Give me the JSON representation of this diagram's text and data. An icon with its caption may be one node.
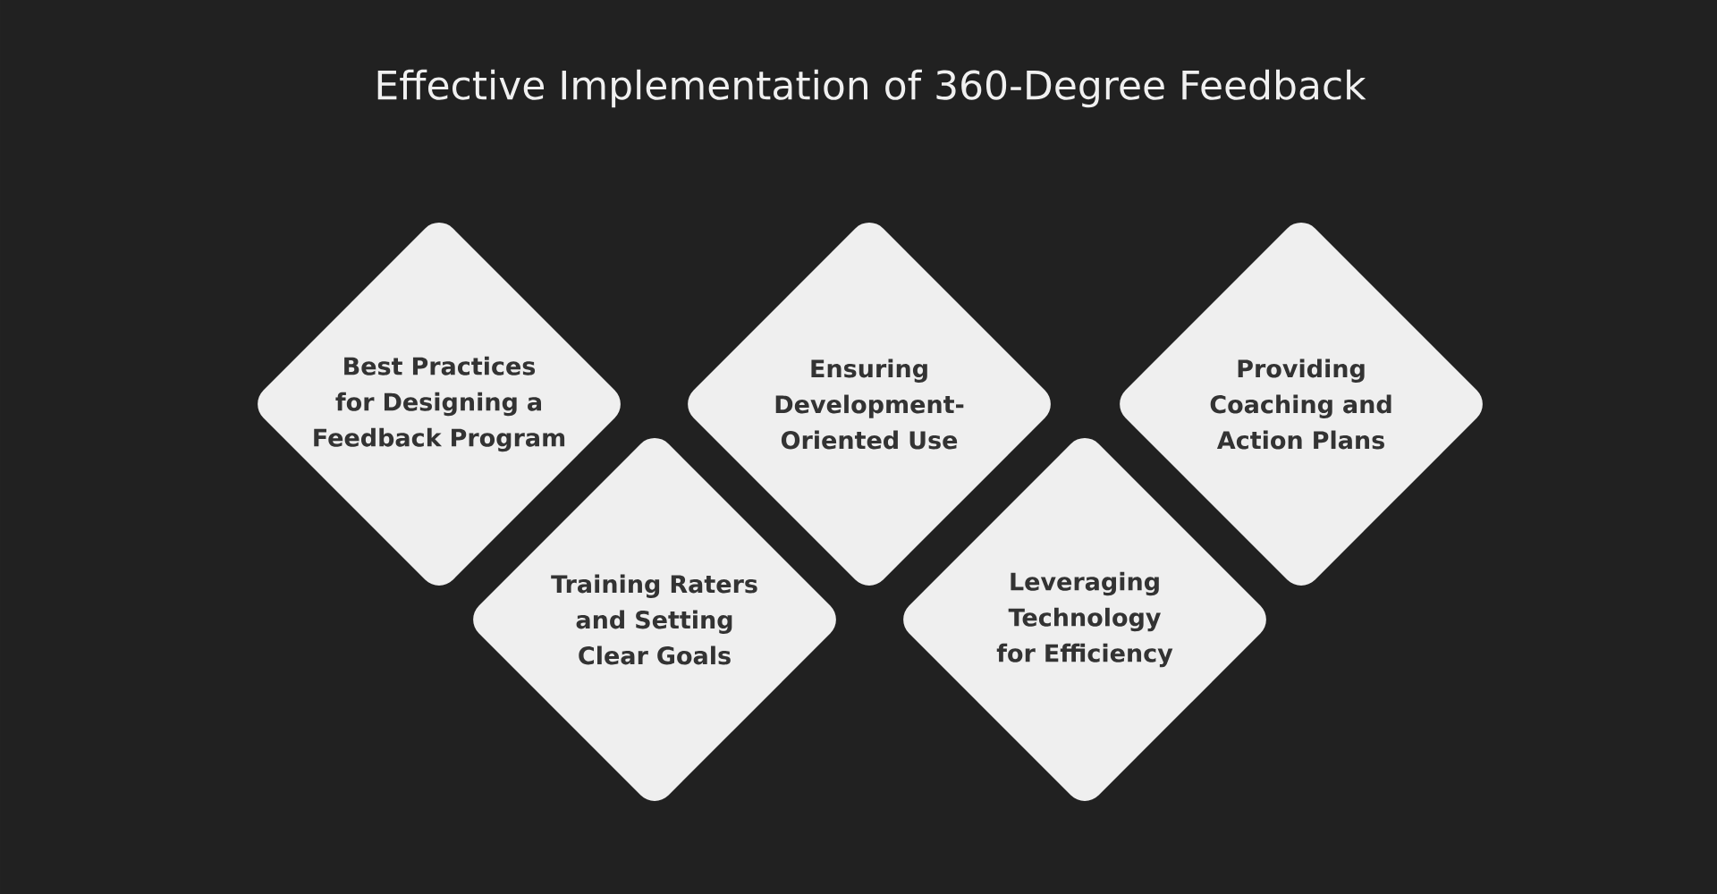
{
  "diagram": {
    "title": "Effective Implementation of 360-Degree Feedback",
    "nodes": [
      {
        "text": [
          "Best Practices for Designing a Feedback Program"
        ]
      },
      {
        "text": [
          "Training Raters and Setting Clear Goals"
        ]
      },
      {
        "text": [
          "Ensuring Development-Oriented Use"
        ]
      },
      {
        "text": [
          "Leveraging Technology for Efficiency"
        ]
      },
      {
        "text": [
          "Providing Coaching and Action Plans"
        ]
      }
    ]
  }
}
